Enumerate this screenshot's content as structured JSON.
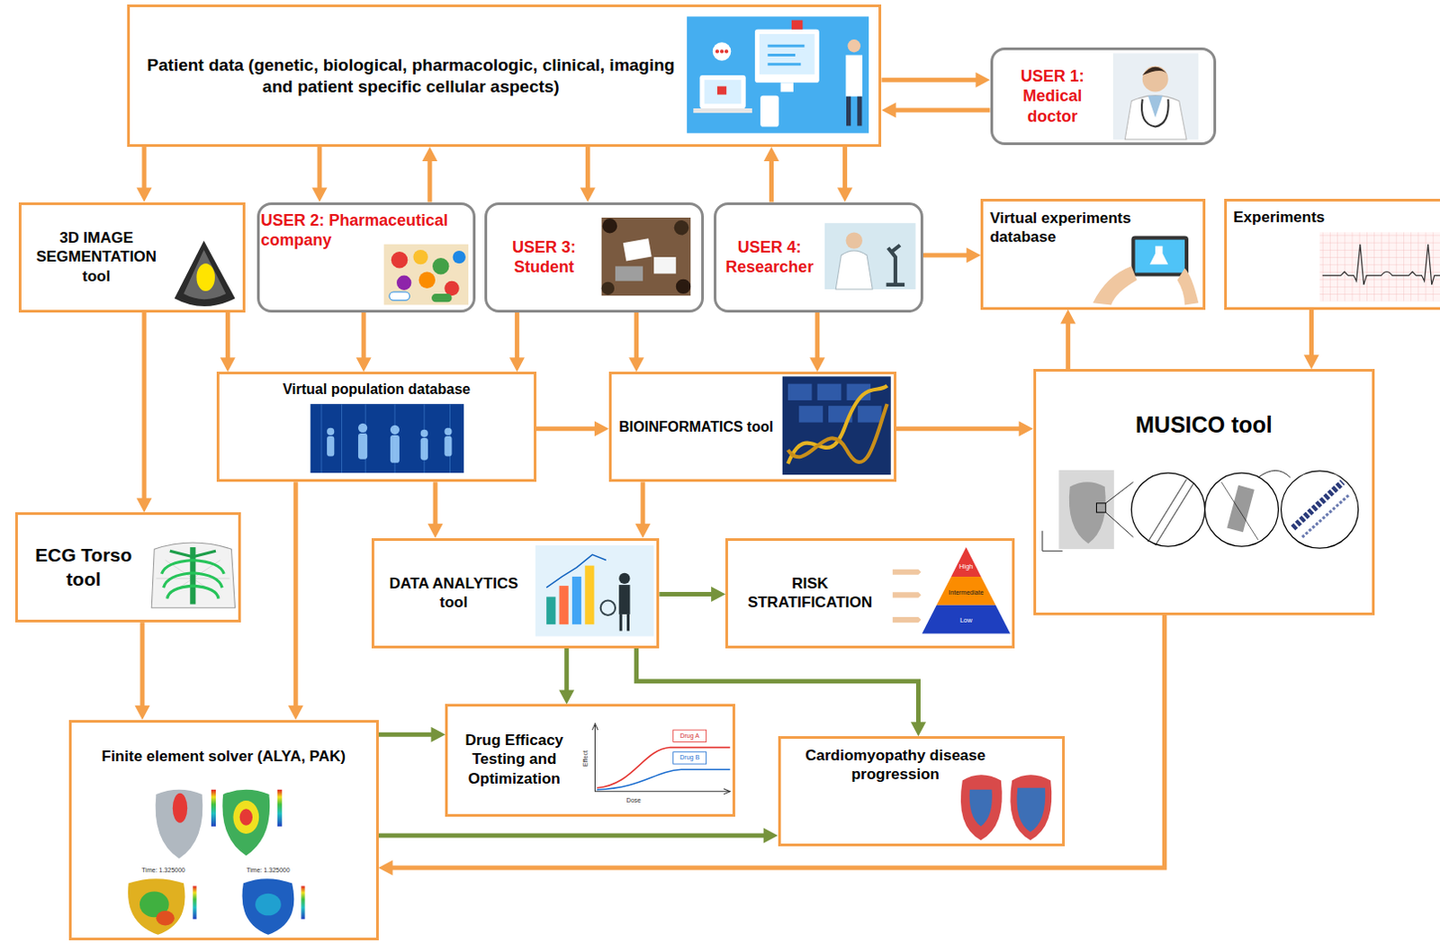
{
  "diagram": {
    "nodes": [
      {
        "text": [
          "Patient data (genetic, biological, pharmacologic, clinical, imaging and patient specific cellular aspects)"
        ]
      },
      {
        "text": [
          "USER 1: Medical doctor"
        ]
      },
      {
        "text": [
          "3D IMAGE SEGMENTATION tool"
        ]
      },
      {
        "text": [
          "USER 2: Pharmaceutical company"
        ]
      },
      {
        "text": [
          "USER 3: Student"
        ]
      },
      {
        "text": [
          "USER 4: Researcher"
        ]
      },
      {
        "text": [
          "Virtual experiments database"
        ]
      },
      {
        "text": [
          "Experiments"
        ]
      },
      {
        "text": [
          "Virtual population database"
        ]
      },
      {
        "text": [
          "BIOINFORMATICS tool"
        ]
      },
      {
        "text": [
          "MUSICO tool"
        ]
      },
      {
        "text": [
          "ECG Torso tool"
        ]
      },
      {
        "text": [
          "DATA ANALYTICS tool"
        ]
      },
      {
        "text": [
          "RISK STRATIFICATION"
        ]
      },
      {
        "text": [
          "Finite element solver (ALYA, PAK)"
        ]
      },
      {
        "text": [
          "Drug Efficacy Testing and Optimization"
        ]
      },
      {
        "text": [
          "Cardiomyopathy disease progression"
        ]
      }
    ],
    "edges": [
      {
        "from": 0,
        "to": 1,
        "arrow": "to"
      },
      {
        "from": 1,
        "to": 0,
        "arrow": "to"
      },
      {
        "from": 0,
        "to": 2,
        "arrow": "to"
      },
      {
        "from": 0,
        "to": 3,
        "arrow": "to"
      },
      {
        "from": 3,
        "to": 0,
        "arrow": "to"
      },
      {
        "from": 0,
        "to": 4,
        "arrow": "to"
      },
      {
        "from": 5,
        "to": 0,
        "arrow": "to"
      },
      {
        "from": 0,
        "to": 5,
        "arrow": "to"
      },
      {
        "from": 5,
        "to": 6,
        "arrow": "to"
      },
      {
        "from": 2,
        "to": 8,
        "arrow": "to"
      },
      {
        "from": 2,
        "to": 11,
        "arrow": "to"
      },
      {
        "from": 3,
        "to": 8,
        "arrow": "to"
      },
      {
        "from": 4,
        "to": 8,
        "arrow": "to"
      },
      {
        "from": 4,
        "to": 9,
        "arrow": "to"
      },
      {
        "from": 5,
        "to": 9,
        "arrow": "to"
      },
      {
        "from": 8,
        "to": 9,
        "arrow": "to"
      },
      {
        "from": 9,
        "to": 10,
        "arrow": "to"
      },
      {
        "from": 7,
        "to": 10,
        "arrow": "to"
      },
      {
        "from": 10,
        "to": 6,
        "arrow": "to"
      },
      {
        "from": 8,
        "to": 12,
        "arrow": "to"
      },
      {
        "from": 9,
        "to": 12,
        "arrow": "to"
      },
      {
        "from": 8,
        "to": 14,
        "arrow": "to"
      },
      {
        "from": 11,
        "to": 14,
        "arrow": "to"
      },
      {
        "from": 12,
        "to": 13,
        "arrow": "to"
      },
      {
        "from": 12,
        "to": 15,
        "arrow": "to"
      },
      {
        "from": 12,
        "to": 16,
        "arrow": "to"
      },
      {
        "from": 14,
        "to": 15,
        "arrow": "to"
      },
      {
        "from": 14,
        "to": 16,
        "arrow": "to"
      },
      {
        "from": 10,
        "to": 14,
        "arrow": "to"
      }
    ],
    "labels": [
      "High",
      "Intermediate",
      "Low",
      "Drug A",
      "Drug B",
      "Effect",
      "Dose",
      "Time: 1.325000",
      "Time: 1.325000"
    ]
  }
}
